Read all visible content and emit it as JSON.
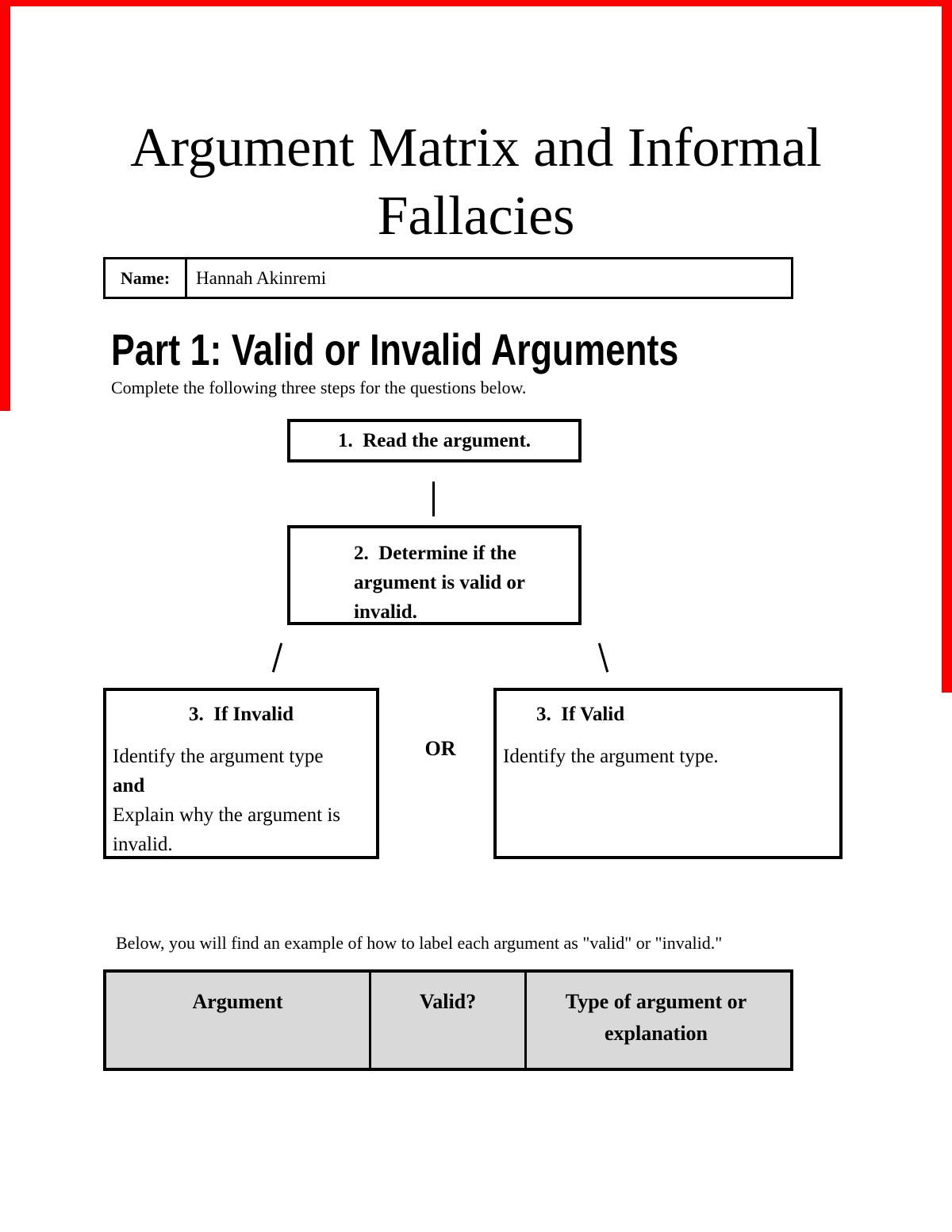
{
  "document": {
    "title_line1": "Argument Matrix and Informal",
    "title_line2": "Fallacies"
  },
  "name_field": {
    "label": "Name:",
    "value": "Hannah Akinremi"
  },
  "part1": {
    "heading": "Part 1: Valid or Invalid Arguments",
    "intro": "Complete the following three steps for the questions below."
  },
  "flowchart": {
    "step1_text": "1.  Read the argument.",
    "step2_lines": [
      "2.  Determine if the",
      "argument is valid or",
      "invalid."
    ],
    "or_label": "OR",
    "invalid_branch": {
      "heading": "3.  If Invalid",
      "body_line1": "Identify the argument type",
      "body_line2": "and",
      "body_line3": "Explain why the argument is",
      "body_line4": "invalid."
    },
    "valid_branch": {
      "heading": "3.  If Valid",
      "body_line1": "Identify the argument type."
    }
  },
  "example_note": "Below, you will find an example of how to label each argument as \"valid\" or \"invalid.\"",
  "table": {
    "headers": [
      "Argument",
      "Valid?",
      "Type of argument or explanation"
    ]
  },
  "colors": {
    "accent_red": "#fb0000",
    "table_header_bg": "#d9d9d9"
  }
}
